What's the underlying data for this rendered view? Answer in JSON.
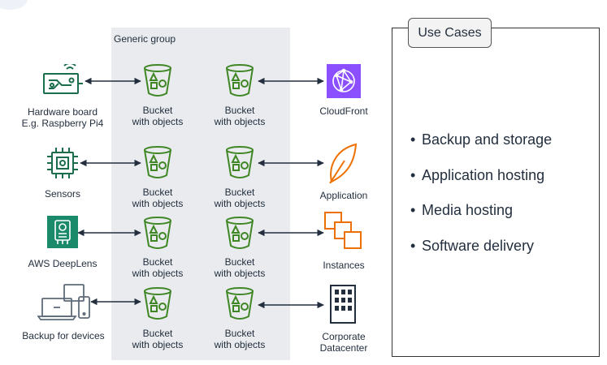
{
  "group_label": "Generic group",
  "bucket_label_line1": "Bucket",
  "bucket_label_line2": "with objects",
  "sources": [
    {
      "icon": "circuit-board-icon",
      "line1": "Hardware board",
      "line2": "E.g. Raspberry Pi4"
    },
    {
      "icon": "chip-sensor-icon",
      "line1": "Sensors",
      "line2": ""
    },
    {
      "icon": "deeplens-camera-icon",
      "line1": "AWS DeepLens",
      "line2": ""
    },
    {
      "icon": "devices-icon",
      "line1": "Backup for devices",
      "line2": ""
    }
  ],
  "targets": [
    {
      "icon": "cloudfront-icon",
      "line1": "CloudFront",
      "line2": ""
    },
    {
      "icon": "leaf-application-icon",
      "line1": "Application",
      "line2": ""
    },
    {
      "icon": "instances-icon",
      "line1": "Instances",
      "line2": ""
    },
    {
      "icon": "building-datacenter-icon",
      "line1": "Corporate",
      "line2": "Datacenter"
    }
  ],
  "use_cases": {
    "title": "Use Cases",
    "items": [
      "Backup and storage",
      "Application hosting",
      "Media hosting",
      "Software delivery"
    ]
  },
  "colors": {
    "storage_green": "#3f8624",
    "cloudfront_purple": "#8c4fff",
    "compute_orange": "#ed7100",
    "iot_green": "#1b6e4b",
    "line": "#232f3e"
  }
}
